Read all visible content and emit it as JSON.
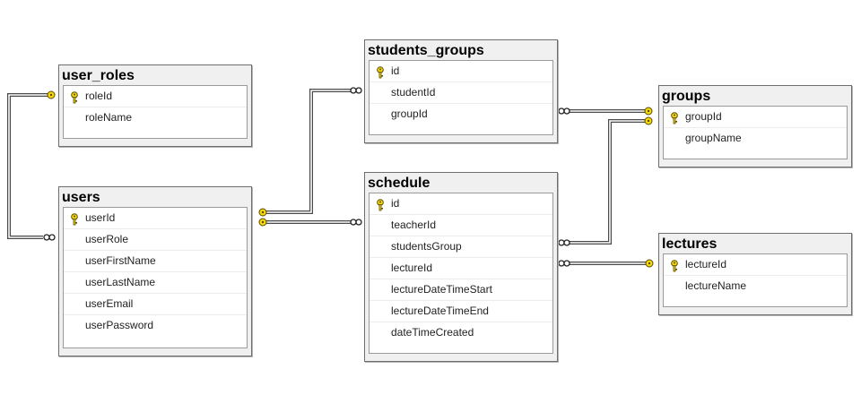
{
  "tables": {
    "user_roles": {
      "title": "user_roles",
      "columns": [
        "roleId",
        "roleName"
      ],
      "key_column": "roleId"
    },
    "users": {
      "title": "users",
      "columns": [
        "userId",
        "userRole",
        "userFirstName",
        "userLastName",
        "userEmail",
        "userPassword"
      ],
      "key_column": "userId"
    },
    "students_groups": {
      "title": "students_groups",
      "columns": [
        "id",
        "studentId",
        "groupId"
      ],
      "key_column": "id"
    },
    "schedule": {
      "title": "schedule",
      "columns": [
        "id",
        "teacherId",
        "studentsGroup",
        "lectureId",
        "lectureDateTimeStart",
        "lectureDateTimeEnd",
        "dateTimeCreated"
      ],
      "key_column": "id"
    },
    "groups": {
      "title": "groups",
      "columns": [
        "groupId",
        "groupName"
      ],
      "key_column": "groupId"
    },
    "lectures": {
      "title": "lectures",
      "columns": [
        "lectureId",
        "lectureName"
      ],
      "key_column": "lectureId"
    }
  },
  "relationships": [
    {
      "from": "user_roles.roleId",
      "to": "users.userRole"
    },
    {
      "from": "users.userId",
      "to": "students_groups.studentId"
    },
    {
      "from": "users.userId",
      "to": "schedule.teacherId"
    },
    {
      "from": "groups.groupId",
      "to": "students_groups.groupId"
    },
    {
      "from": "groups.groupId",
      "to": "schedule.studentsGroup"
    },
    {
      "from": "lectures.lectureId",
      "to": "schedule.lectureId"
    }
  ],
  "colors": {
    "key_icon": "#f5d90a",
    "connector": "#4a4a4a",
    "title_bar": "#f0f0f0",
    "border": "#6e6e6e"
  }
}
